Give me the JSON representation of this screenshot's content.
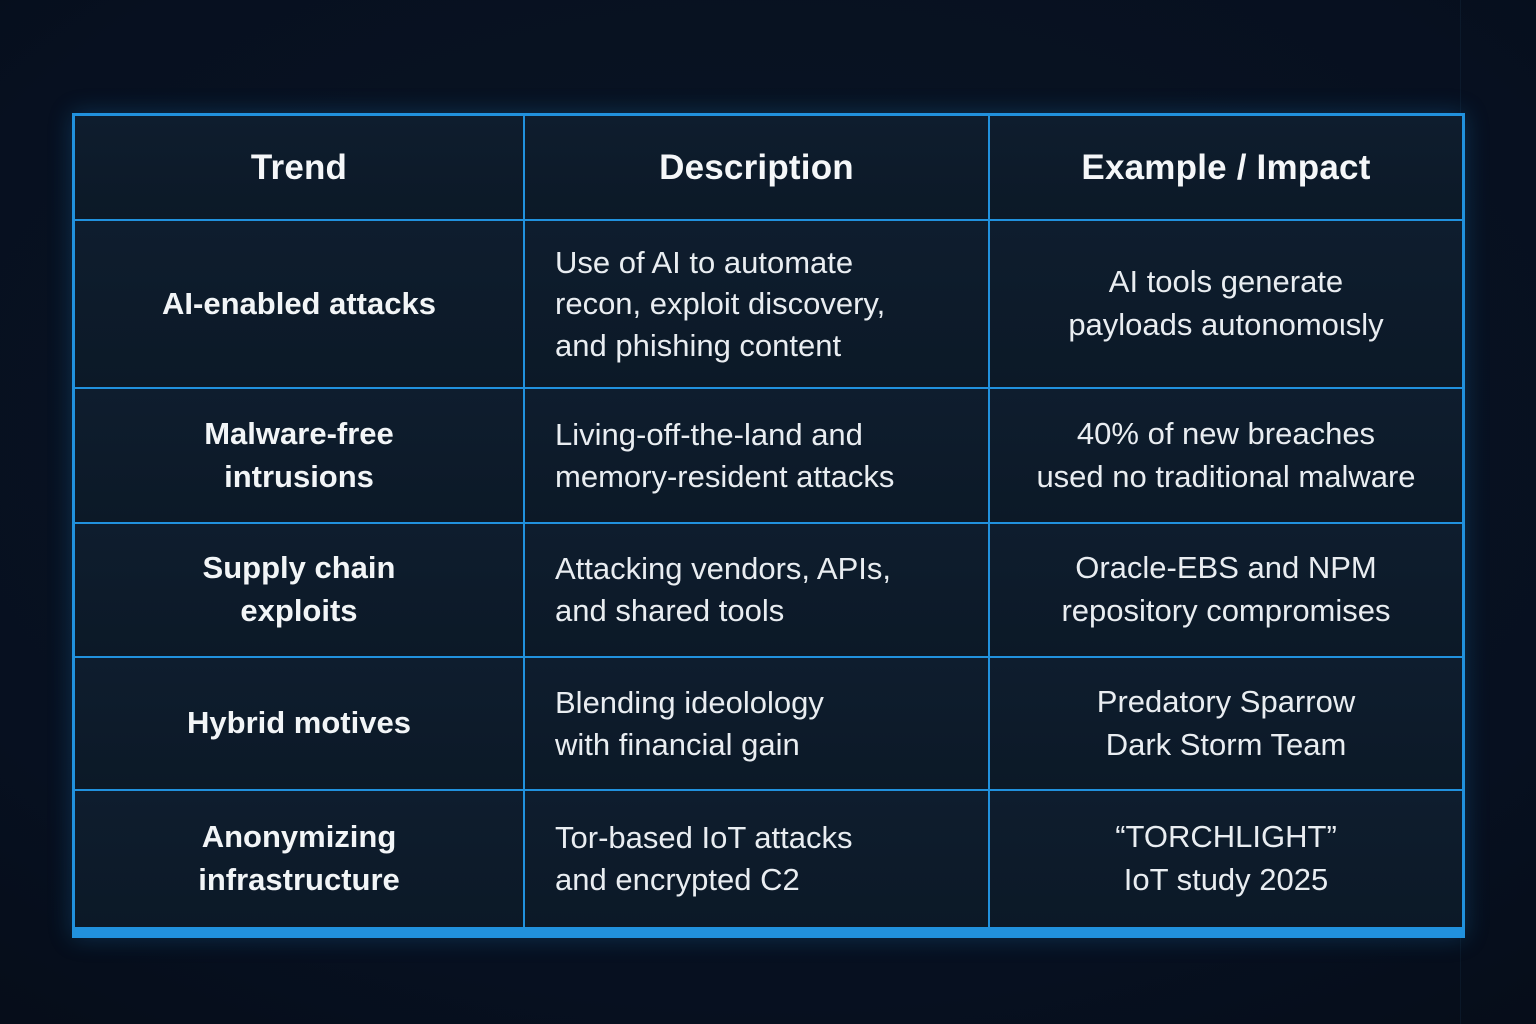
{
  "colors": {
    "page_background": "#060d17",
    "cell_background": "#0d1b2a",
    "grid_border_blue": "#2191dd",
    "text_white": "#eef1f4"
  },
  "chart_data": {
    "type": "table",
    "title": "",
    "columns": [
      "Trend",
      "Description",
      "Example / Impact"
    ],
    "rows": [
      {
        "trend": "AI-enabled attacks",
        "description": "Use of AI to automate\nrecon, exploit discovery,\nand phishing content",
        "example": "AI tools generate\npayloads autonomoιsly"
      },
      {
        "trend": "Malware-free\nintrusions",
        "description": "Living-off-the-land and\nmemory-resident attacks",
        "example": "40% of new breaches\nused no traditional malware"
      },
      {
        "trend": "Supply chain\nexploits",
        "description": "Attacking vendors, APIs,\nand shared tools",
        "example": "Oracle-EBS and NPM\nrepository compromises"
      },
      {
        "trend": "Hybrid motives",
        "description": "Blending ideolology\nwith financial gain",
        "example": "Predatory Sparrow\nDark Storm Team"
      },
      {
        "trend": "Anonymizing\ninfrastructure",
        "description": "Tor-based IoT attacks\nand encrypted C2",
        "example": "“TORCHLIGHT”\nIoT study 2025"
      }
    ]
  }
}
